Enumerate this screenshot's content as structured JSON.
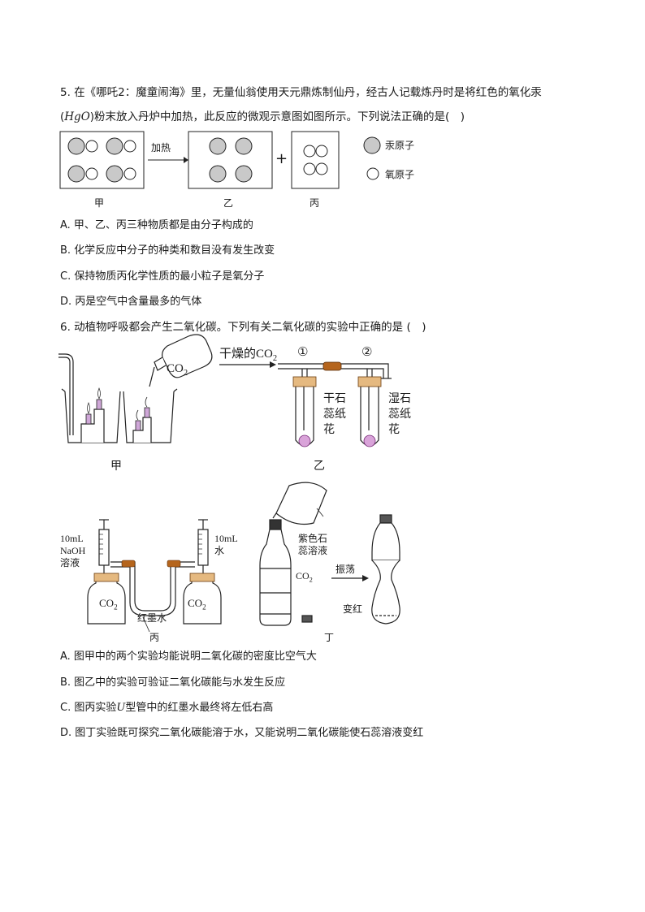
{
  "q5": {
    "line1": "5. 在《哪吒2：魔童闹海》里，无量仙翁使用天元鼎炼制仙丹，经古人记载炼丹时是将红色的氧化汞",
    "line2_pre": "(",
    "formula": "HgO",
    "line2_post": ")粉末放入丹炉中加热，此反应的微观示意图如图所示。下列说法正确的是(　)",
    "figure": {
      "arrow_label": "加热",
      "plus": "+",
      "box_labels": [
        "甲",
        "乙",
        "丙"
      ],
      "legend": [
        "汞原子",
        "氧原子"
      ]
    },
    "options": [
      "A. 甲、乙、丙三种物质都是由分子构成的",
      "B. 化学反应中分子的种类和数目没有发生改变",
      "C. 保持物质丙化学性质的最小粒子是氧分子",
      "D. 丙是空气中含量最多的气体"
    ]
  },
  "q6": {
    "stem": "6. 动植物呼吸都会产生二氧化碳。下列有关二氧化碳的实验中正确的是 (　)",
    "figure": {
      "jia": {
        "bottle_label": "CO2",
        "caption": "甲"
      },
      "yi": {
        "inlet": "干燥的CO2",
        "tube1": "①",
        "tube2": "②",
        "tube1_label": [
          "干石",
          "蕊纸",
          "花"
        ],
        "tube2_label": [
          "湿石",
          "蕊纸",
          "花"
        ],
        "caption": "乙"
      },
      "bing": {
        "left_syringe": [
          "10mL",
          "NaOH",
          "溶液"
        ],
        "right_syringe": [
          "10mL",
          "水"
        ],
        "bottle": "CO2",
        "u_tube": "红墨水",
        "caption": "丙"
      },
      "ding": {
        "beaker": [
          "紫色石",
          "蕊溶液"
        ],
        "gas": "CO2",
        "arrow": "振荡",
        "result": "变红",
        "caption": "丁"
      }
    },
    "options": {
      "A": "A. 图甲中的两个实验均能说明二氧化碳的密度比空气大",
      "B": "B. 图乙中的实验可验证二氧化碳能与水发生反应",
      "C_pre": "C. 图丙实验",
      "C_math": "U",
      "C_post": "型管中的红墨水最终将左低右高",
      "D": "D. 图丁实验既可探究二氧化碳能溶于水，又能说明二氧化碳能使石蕊溶液变红"
    }
  }
}
